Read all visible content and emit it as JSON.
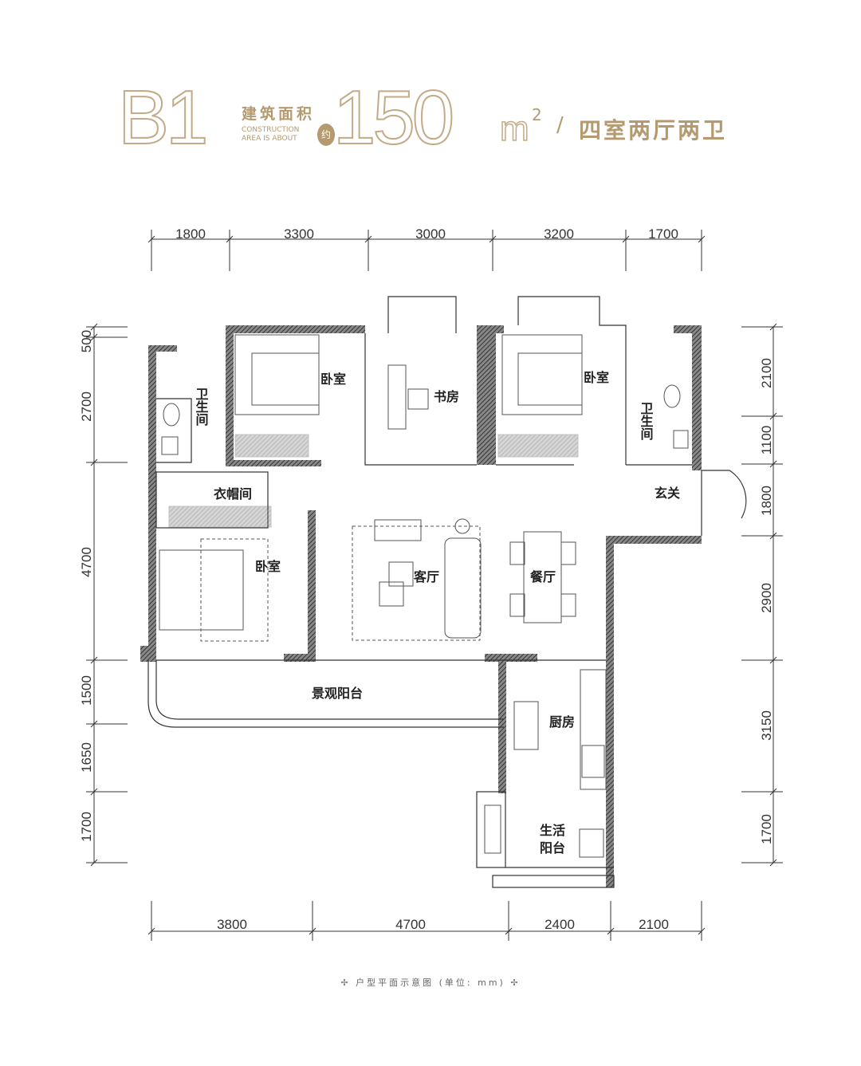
{
  "header": {
    "unit_code": "B1",
    "area_label_cn": "建筑面积",
    "area_label_en_1": "CONSTRUCTION",
    "area_label_en_2": "AREA IS ABOUT",
    "about_badge": "约",
    "area_value": "150",
    "area_unit": "m",
    "area_unit_sup": "2",
    "separator": "/",
    "layout": "四室两厅两卫"
  },
  "dimensions": {
    "top": [
      "1800",
      "3300",
      "3000",
      "3200",
      "1700"
    ],
    "bottom": [
      "3800",
      "4700",
      "2400",
      "2100"
    ],
    "left": [
      "500",
      "2700",
      "4700",
      "1500",
      "1650",
      "1700"
    ],
    "right": [
      "2100",
      "1100",
      "1800",
      "2900",
      "3150",
      "1700"
    ]
  },
  "rooms": {
    "bedroom_1": "卧室",
    "study": "书房",
    "bedroom_2": "卧室",
    "bathroom_1": "卫生间",
    "bathroom_2": "卫生间",
    "foyer": "玄关",
    "cloakroom": "衣帽间",
    "master_bedroom": "卧室",
    "living_room": "客厅",
    "dining_room": "餐厅",
    "view_balcony": "景观阳台",
    "kitchen": "厨房",
    "utility_balcony_1": "生活",
    "utility_balcony_2": "阳台"
  },
  "caption": "✢ 户型平面示意图 (单位: mm) ✢",
  "colors": {
    "gold": "#c2ab86",
    "wall": "#555555",
    "line": "#333333"
  }
}
